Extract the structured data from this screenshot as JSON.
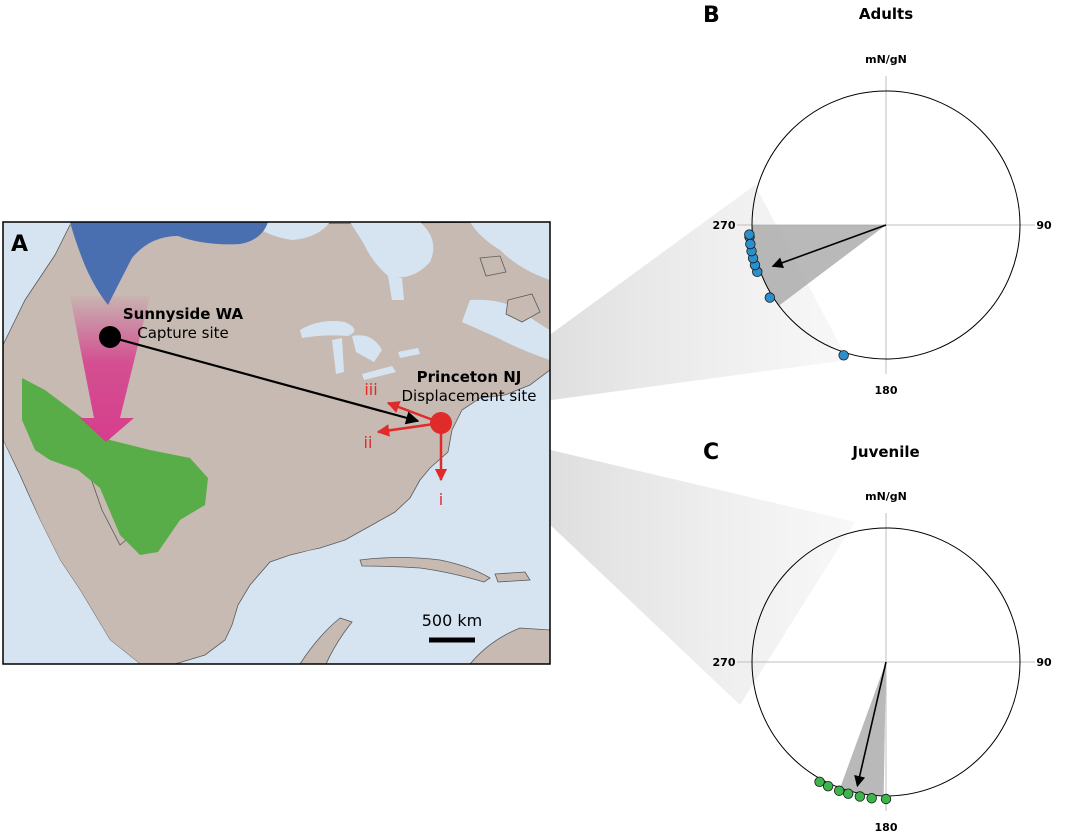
{
  "panel_a": {
    "letter": "A",
    "capture": {
      "name": "Sunnyside WA",
      "label": "Capture site"
    },
    "displacement": {
      "name": "Princeton NJ",
      "label": "Displacement site"
    },
    "vectors": [
      "i",
      "ii",
      "iii"
    ],
    "scale": "500 km",
    "colors": {
      "ocean": "#d6e4f1",
      "land": "#c7bab2",
      "breeding_range": "#4a6fb0",
      "wintering_range": "#58ad48",
      "migration_route": "#d63d8c",
      "displacement_vectors": "#e02b2b"
    }
  },
  "panel_b": {
    "letter": "B",
    "title": "Adults",
    "north_label": "mN/gN",
    "east_label": "90",
    "south_label": "180",
    "west_label": "270",
    "dot_color": "#2b8fcb"
  },
  "panel_c": {
    "letter": "C",
    "title": "Juvenile",
    "north_label": "mN/gN",
    "east_label": "90",
    "south_label": "180",
    "west_label": "270",
    "dot_color": "#3cb54a"
  },
  "chart_data": [
    {
      "type": "scatter",
      "title": "Adults",
      "axis": "circular",
      "bearings_deg": [
        265,
        266,
        250,
        253,
        256,
        259,
        262,
        238,
        198
      ],
      "mean_direction_deg": 250,
      "mean_vector_length": 0.9,
      "confidence_interval_deg": [
        233,
        270
      ]
    },
    {
      "type": "scatter",
      "title": "Juvenile",
      "axis": "circular",
      "bearings_deg": [
        180,
        186,
        191,
        196,
        200,
        205,
        209
      ],
      "mean_direction_deg": 193,
      "mean_vector_length": 0.95,
      "confidence_interval_deg": [
        181,
        200
      ]
    }
  ]
}
